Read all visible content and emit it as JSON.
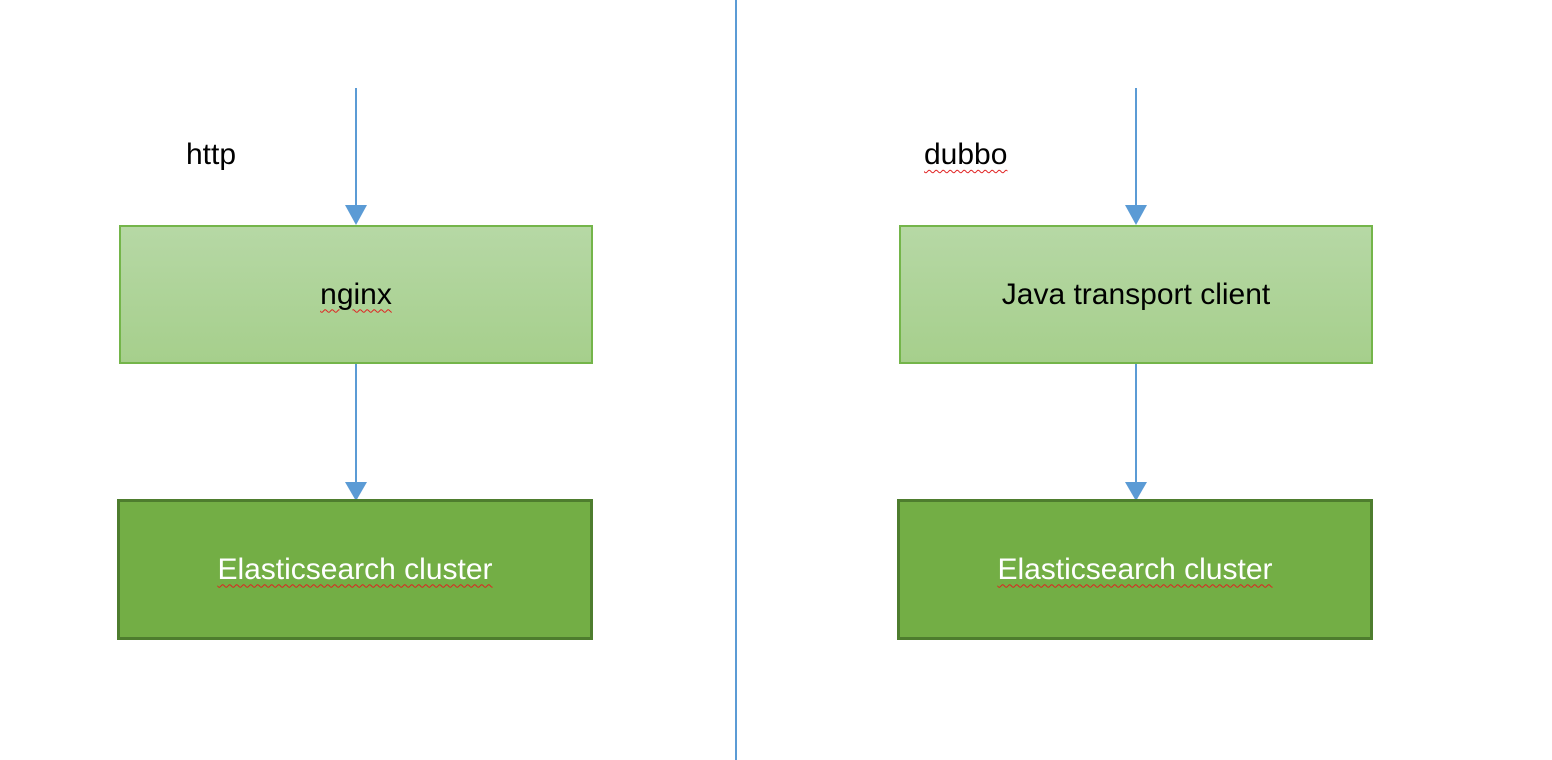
{
  "left_flow": {
    "protocol_label": "http",
    "proxy_box": "nginx",
    "cluster_box": "Elasticsearch cluster"
  },
  "right_flow": {
    "protocol_label": "dubbo",
    "proxy_box": "Java transport client",
    "cluster_box": "Elasticsearch cluster"
  },
  "colors": {
    "arrow": "#5b9bd5",
    "divider": "#5b9bd5",
    "light_box_fill": "#a9d18e",
    "light_box_border": "#74b54a",
    "dark_box_fill": "#73ae45",
    "dark_box_border": "#4e7d2e",
    "spellcheck_underline": "#e02020"
  }
}
